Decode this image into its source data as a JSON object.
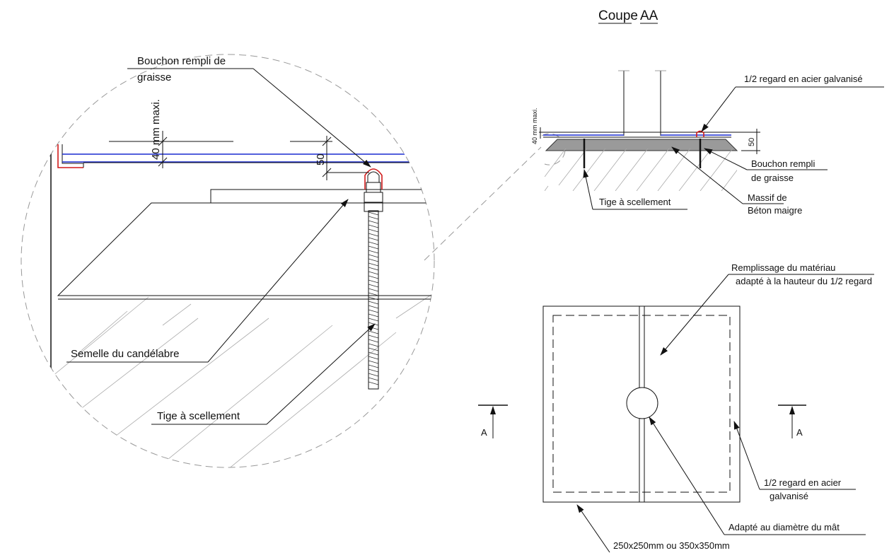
{
  "section_title": {
    "word": "Coupe",
    "ref": "AA"
  },
  "detail_view": {
    "cap_label_line1": "Bouchon rempli de",
    "cap_label_line2": "graisse",
    "dim_40": "40 mm maxi.",
    "dim_50": "50",
    "base_plate_label": "Semelle du candélabre",
    "anchor_rod_label": "Tige à scellement"
  },
  "section_view": {
    "half_box_label": "1/2 regard en acier galvanisé",
    "dim_40": "40 mm maxi.",
    "dim_50": "50",
    "cap_label_line1": "Bouchon rempli",
    "cap_label_line2": "de graisse",
    "anchor_rod_label": "Tige à scellement",
    "concrete_label_line1": "Massif de",
    "concrete_label_line2": "Béton maigre"
  },
  "plan_view": {
    "fill_label_line1": "Remplissage du matériau",
    "fill_label_line2": "adapté à la hauteur du 1/2 regard",
    "half_box_label_line1": "1/2 regard en acier",
    "half_box_label_line2": "galvanisé",
    "mast_label": "Adapté au diamètre du mât",
    "size_label": "250x250mm ou 350x350mm",
    "section_marker_left": "A",
    "section_marker_right": "A"
  }
}
